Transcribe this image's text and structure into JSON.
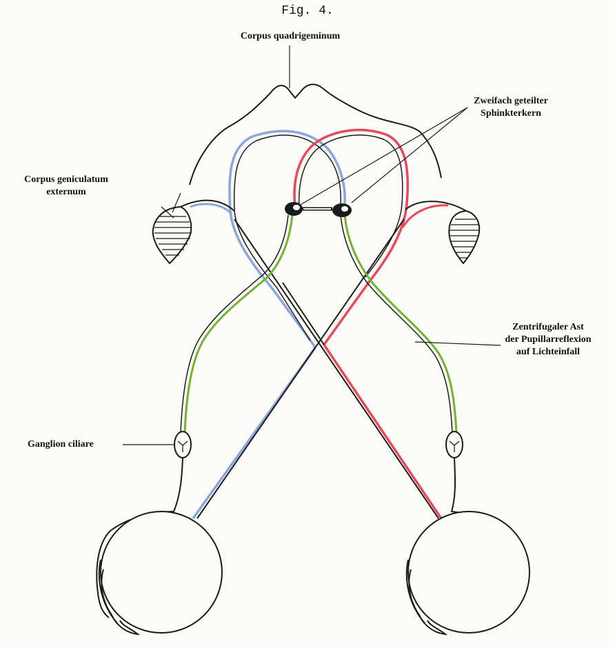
{
  "figure": {
    "title": "Fig. 4."
  },
  "labels": {
    "corpus_quadrigeminum": "Corpus quadrigeminum",
    "sphinkterkern_line1": "Zweifach geteilter",
    "sphinkterkern_line2": "Sphinkterkern",
    "geniculatum_line1": "Corpus geniculatum",
    "geniculatum_line2": "externum",
    "zentrifugal_line1": "Zentrifugaler Ast",
    "zentrifugal_line2": "der Pupillarreflexion",
    "zentrifugal_line3": "auf Lichteinfall",
    "ganglion_ciliare": "Ganglion ciliare"
  },
  "colors": {
    "ink": "#1a1a1a",
    "blue_pathway": "#8aa6e0",
    "red_pathway": "#e8485a",
    "green_pathway": "#6fb32f",
    "background": "#fbfbf8"
  }
}
